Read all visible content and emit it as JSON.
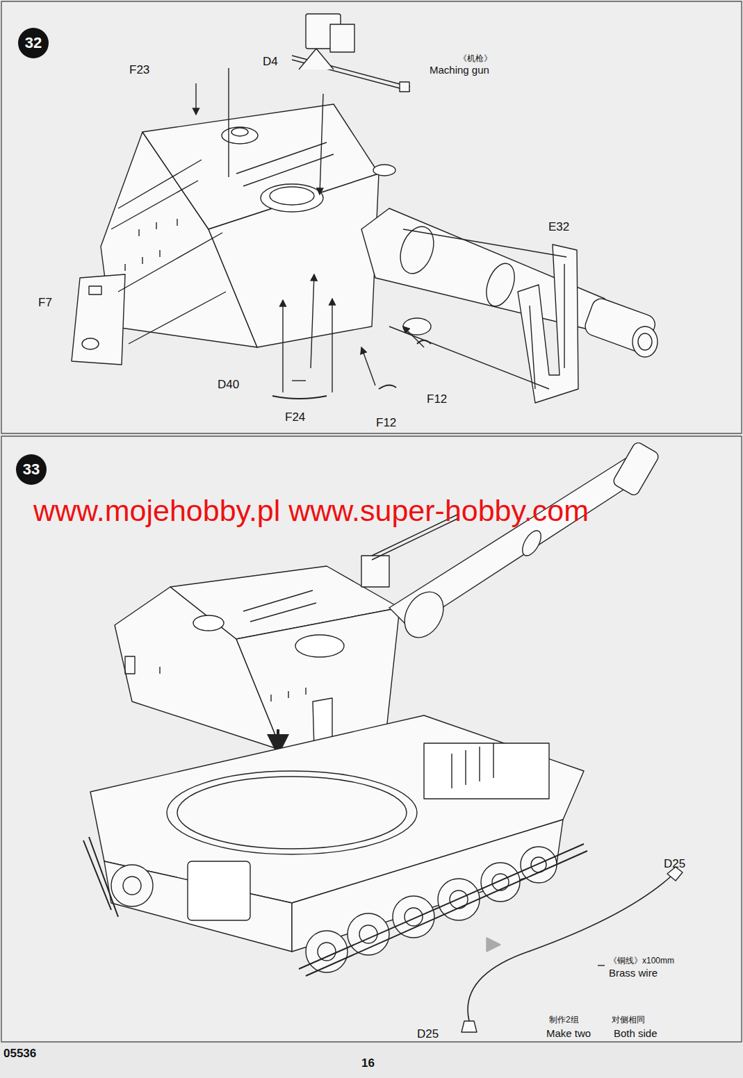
{
  "diagram": {
    "nodes": [
      {
        "text": [
          "32"
        ]
      },
      {
        "text": [
          "33"
        ]
      }
    ],
    "labels": [
      "F23",
      "D4",
      "《机枪》",
      "Maching gun",
      "E32",
      "F7",
      "D40",
      "F24",
      "F12",
      "F12",
      "www.mojehobby.pl www.super-hobby.com",
      "D25",
      "《铜线》x100mm",
      "Brass wire",
      "D25",
      "制作2组",
      "Make two",
      "对侧相同",
      "Both side",
      "05536",
      "16"
    ]
  }
}
